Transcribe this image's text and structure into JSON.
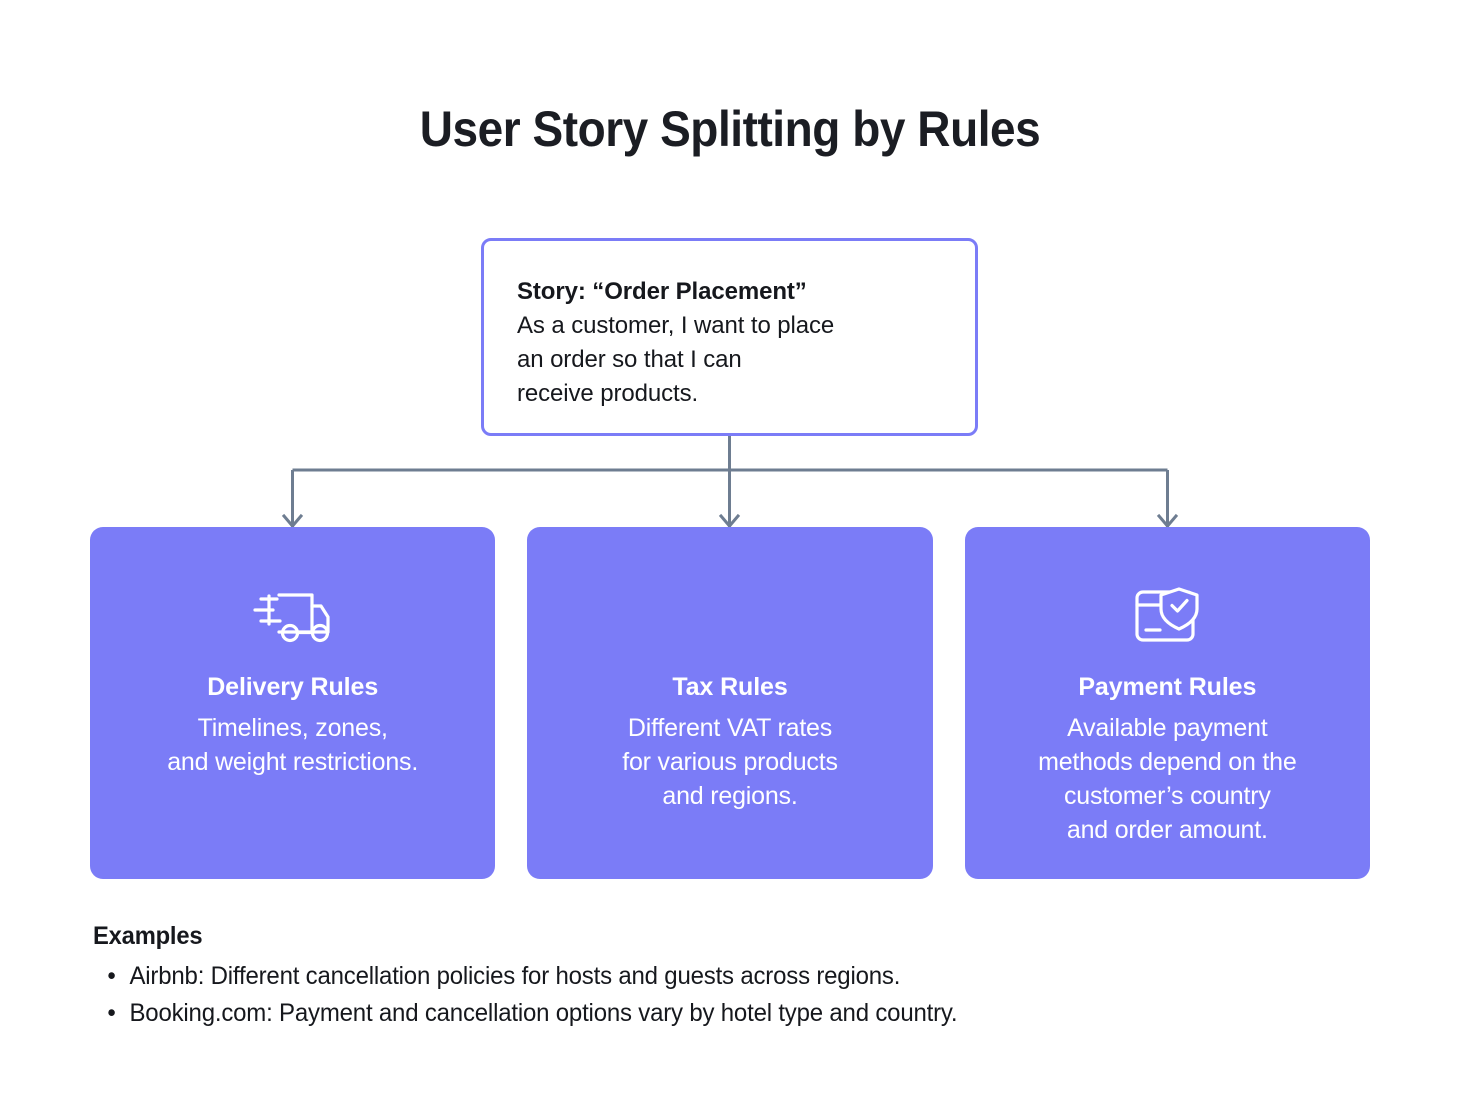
{
  "title": "User Story Splitting by Rules",
  "colors": {
    "accent": "#7b7cf7",
    "connector": "#6e7d91",
    "text": "#16181d",
    "title": "#1b1d23",
    "card_text": "#ffffff",
    "background": "#ffffff"
  },
  "story": {
    "heading": "Story: “Order Placement”",
    "body": "As a customer, I want to place\nan order so that I can\nreceive products."
  },
  "cards": [
    {
      "icon": "delivery-truck-icon",
      "title": "Delivery Rules",
      "description": "Timelines, zones,\nand weight restrictions."
    },
    {
      "icon": "",
      "title": "Tax Rules",
      "description": "Different VAT rates\nfor various products\nand regions."
    },
    {
      "icon": "payment-card-shield-icon",
      "title": "Payment Rules",
      "description": "Available payment\nmethods depend on the\ncustomer’s country\nand order amount."
    }
  ],
  "examples": {
    "heading": "Examples",
    "bullet": "•",
    "items": [
      "Airbnb: Different cancellation policies for hosts and guests across regions.",
      "Booking.com: Payment and cancellation options vary by hotel type and country."
    ]
  }
}
